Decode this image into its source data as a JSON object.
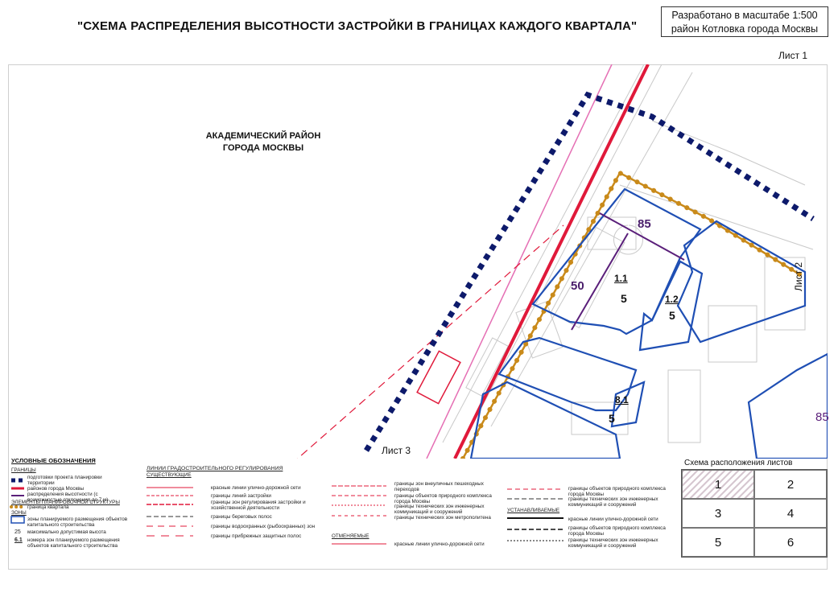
{
  "header": {
    "title": "\"СХЕМА РАСПРЕДЕЛЕНИЯ ВЫСОТНОСТИ ЗАСТРОЙКИ В ГРАНИЦАХ КАЖДОГО КВАРТАЛА\"",
    "scale_line1": "Разработано в масштабе 1:500",
    "scale_line2": "район Котловка города Москвы"
  },
  "sheet_labels": {
    "sheet1": "Лист 1",
    "sheet2": "Лист 2",
    "sheet3": "Лист 3"
  },
  "map": {
    "district_line1": "АКАДЕМИЧЕСКИЙ РАЙОН",
    "district_line2": "ГОРОДА МОСКВЫ",
    "zones": [
      {
        "code": "1.1",
        "heights": [
          "85",
          "50",
          "5"
        ]
      },
      {
        "code": "1.2",
        "height": "5"
      },
      {
        "code": "8.1",
        "height": "5"
      },
      {
        "height": "85"
      }
    ],
    "colors": {
      "district_border": "#0d1a6b",
      "red_line": "#e0193a",
      "quarter_border": "#c98a1a",
      "zone_border": "#1f4fb4",
      "height_split": "#5a1f7a"
    }
  },
  "legend": {
    "heading": "УСЛОВНЫЕ ОБОЗНАЧЕНИЯ",
    "borders_heading": "ГРАНИЦЫ",
    "b1": "подготовки проекта планировки территории",
    "b2": "районов города Москвы",
    "b3": "распределения высотности (с возможностью отклонения до 7 м)",
    "elements_heading": "ЭЛЕМЕНТЫ ПЛАНИРОВОЧНОЙ СТРУКТУРЫ",
    "e1": "граница квартала",
    "zones_heading": "ЗОНЫ",
    "z1": "зоны планируемого размещения объектов капитального строительства",
    "z2_value": "25",
    "z2": "максимально допустимая высота",
    "z3_value": "6.1",
    "z3": "номера зон планируемого размещения объектов капитального строительства",
    "lines_heading": "ЛИНИИ ГРАДОСТРОИТЕЛЬНОГО РЕГУЛИРОВАНИЯ",
    "existing_heading": "СУЩЕСТВУЮЩИЕ",
    "l1": "красные линии улично-дорожной сети",
    "l2": "границы линий застройки",
    "l3": "границы зон регулирования застройки и хозяйственной деятельности",
    "l4": "границы береговых полос",
    "l5": "границы водоохранных (рыбоохранных) зон",
    "l6": "границы прибрежных защитных полос",
    "m1": "границы зон внеуличных пешеходных переходов",
    "m2": "границы объектов природного комплекса города Москвы",
    "m3": "границы технических зон инженерных коммуникаций и сооружений",
    "m4": "границы технических зон метрополитена",
    "cancelled_heading": "ОТМЕНЯЕМЫЕ",
    "m5": "красные линии улично-дорожной сети",
    "r1": "границы объектов природного комплекса города Москвы",
    "r2": "границы технических зон инженерных коммуникаций и сооружений",
    "established_heading": "УСТАНАВЛИВАЕМЫЕ",
    "r3": "красные линии улично-дорожной сети",
    "r4": "границы объектов природного комплекса города Москвы",
    "r5": "границы технических зон инженерных коммуникаций и сооружений"
  },
  "sheets_scheme": {
    "title": "Схема расположения листов",
    "cells": [
      "1",
      "2",
      "3",
      "4",
      "5",
      "6"
    ],
    "active": "1"
  }
}
